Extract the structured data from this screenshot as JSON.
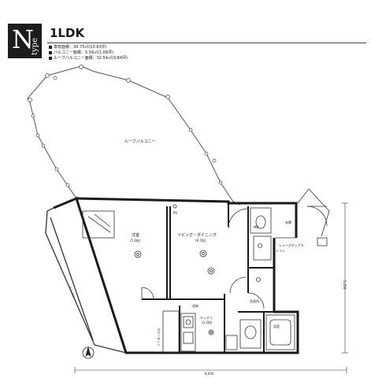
{
  "header": {
    "type_letter": "N",
    "type_word": "type",
    "plan_name": "1LDK"
  },
  "specs": [
    "専有面積：30.75㎡(10.83坪)",
    "バルコニー面積：5.56㎡(1.68坪)",
    "ルーフバルコニー面積：32.54㎡(9.84坪)"
  ],
  "rooms": {
    "roof_balcony": "ルーフバルコニー",
    "western": "洋室",
    "western_size": "(5.4帖)",
    "living": "リビング・ダイニング",
    "living_size": "(9.7帖)",
    "kitchen": "キッチン",
    "kitchen_size": "(3.2帖)",
    "entrance": "玄関",
    "toilet": "トイレ",
    "laundry": "洗面所",
    "bath": "浴室",
    "shoebox": "シューズボックス",
    "closet": "クローゼット",
    "balcony": "バルコニー",
    "storage": "収納",
    "mb": "MB",
    "pb": "PS"
  },
  "dimensions": {
    "width": "8,650",
    "depth": "5,250"
  },
  "colors": {
    "wall": "#222222",
    "room_fill": "#ffffff"
  }
}
